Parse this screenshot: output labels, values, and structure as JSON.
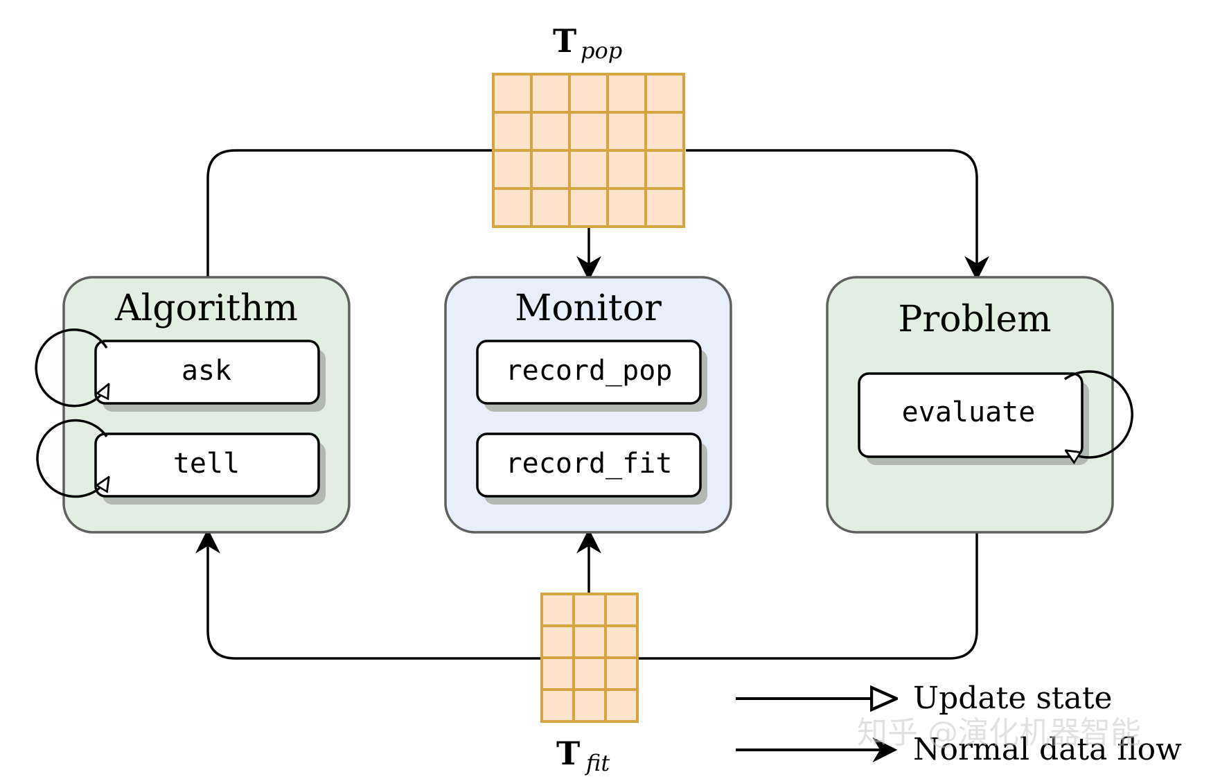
{
  "tensors": {
    "pop": {
      "symbol": "T",
      "subscript": "pop",
      "rows": 4,
      "cols": 5
    },
    "fit": {
      "symbol": "T",
      "subscript": "fit",
      "rows": 4,
      "cols": 3
    }
  },
  "modules": {
    "algorithm": {
      "title": "Algorithm",
      "methods": [
        "ask",
        "tell"
      ]
    },
    "monitor": {
      "title": "Monitor",
      "methods": [
        "record_pop",
        "record_fit"
      ]
    },
    "problem": {
      "title": "Problem",
      "methods": [
        "evaluate"
      ]
    }
  },
  "legend": {
    "update_state": "Update state",
    "normal_flow": "Normal data flow"
  },
  "watermark": "知乎 @演化机器智能",
  "colors": {
    "tensor_fill": "#fde2cc",
    "tensor_stroke": "#d4a540",
    "green_panel": "#e3eee2",
    "blue_panel": "#e8effb",
    "panel_stroke": "#5f5f5f",
    "shadow": "#b2b8b2"
  }
}
